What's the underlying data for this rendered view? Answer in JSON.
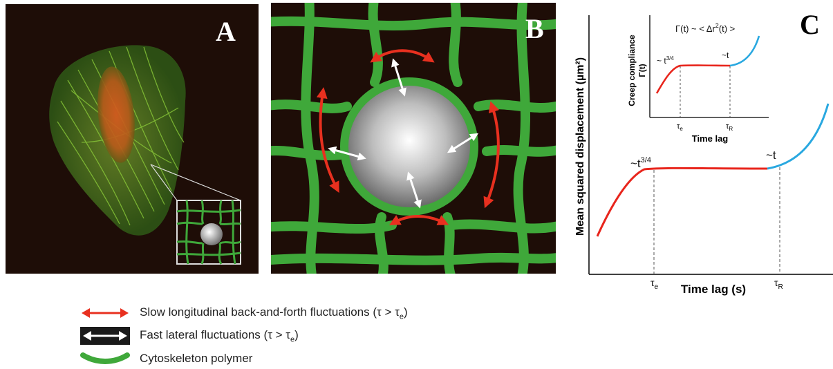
{
  "panels": {
    "a": {
      "letter": "A"
    },
    "b": {
      "letter": "B"
    },
    "c": {
      "letter": "C",
      "ylabel": "Mean squared displacement  (µm²)",
      "xlabel": "Time lag (s)",
      "curve_label_left": "~t",
      "curve_label_left_exp": "3/4",
      "curve_label_right": "~t",
      "tick_e": "τ",
      "tick_e_sub": "e",
      "tick_r": "τ",
      "tick_r_sub": "R",
      "inset": {
        "formula_a": "Γ(t) ~ < Δr",
        "formula_b": "2",
        "formula_c": "(t) >",
        "ylabel_line1": "Creep compliance",
        "ylabel_line2": "Γ(t)",
        "xlabel": "Time lag",
        "curve_label_left": "~ t",
        "curve_label_left_exp": "3/4",
        "curve_label_right": "~t",
        "tick_e": "τ",
        "tick_e_sub": "e",
        "tick_r": "τ",
        "tick_r_sub": "R"
      }
    }
  },
  "legend": [
    {
      "icon": "red-double-arrow-icon",
      "text": "Slow longitudinal back-and-forth fluctuations (τ > τ",
      "sub": "e",
      "close": ")"
    },
    {
      "icon": "white-double-arrow-icon",
      "text": "Fast lateral fluctuations (τ > τ",
      "sub": "e",
      "close": ")"
    },
    {
      "icon": "cytoskeleton-polymer-icon",
      "text": "Cytoskeleton polymer",
      "sub": "",
      "close": ""
    }
  ],
  "colors": {
    "background_dark": "#1e0d07",
    "polymer_green": "#3fa83a",
    "arrow_red": "#e8301f",
    "curve_red": "#e8251c",
    "curve_blue": "#29a8e0"
  }
}
